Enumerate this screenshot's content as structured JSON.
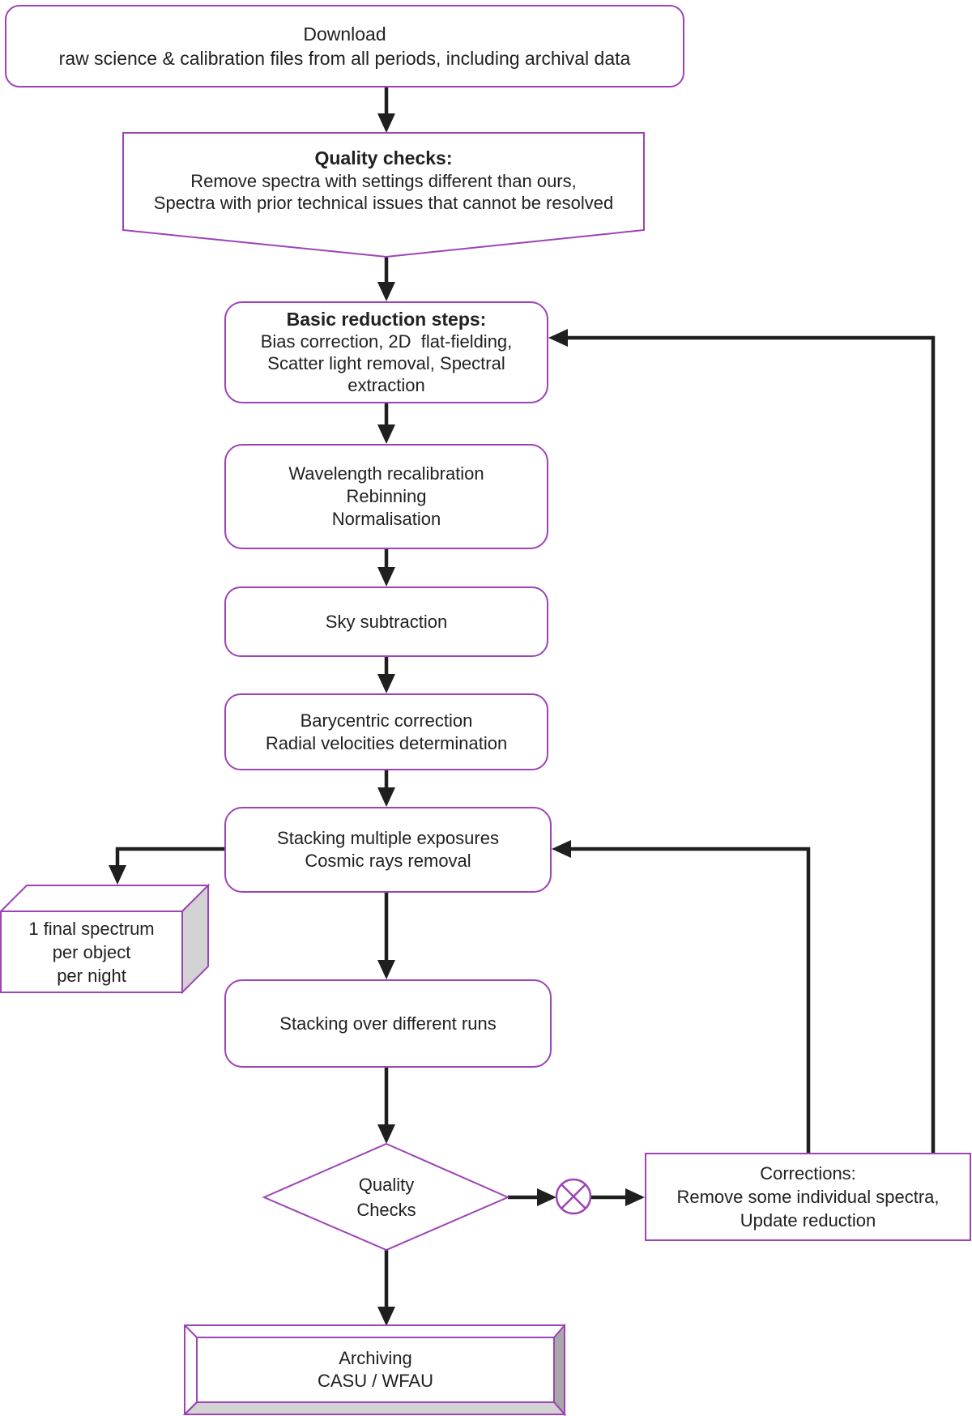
{
  "colors": {
    "purple": "#9d43b6",
    "line": "#1f1f1f",
    "text": "#212121",
    "gray_dark": "#a8a8a8",
    "gray_light": "#d2d2d2"
  },
  "icons": {
    "junction": "circled-x-icon"
  },
  "nodes": {
    "download": {
      "line1": "Download",
      "line2": "raw science & calibration files from all periods, including archival data"
    },
    "quality_checks": {
      "title": "Quality checks:",
      "line1": "Remove spectra with settings different than ours,",
      "line2": "Spectra with prior technical issues that cannot be resolved"
    },
    "basic_reduction": {
      "title": "Basic reduction steps:",
      "line1": "Bias correction, 2D  flat-fielding,",
      "line2": "Scatter light removal, Spectral",
      "line3": "extraction"
    },
    "wavelength": {
      "line1": "Wavelength recalibration",
      "line2": "Rebinning",
      "line3": "Normalisation"
    },
    "sky": {
      "label": "Sky subtraction"
    },
    "barycentric": {
      "line1": "Barycentric correction",
      "line2": "Radial velocities determination"
    },
    "stacking_exposures": {
      "line1": "Stacking multiple exposures",
      "line2": "Cosmic rays removal"
    },
    "final_spectrum": {
      "line1": "1 final spectrum",
      "line2": "per object",
      "line3": "per night"
    },
    "stacking_runs": {
      "label": "Stacking over different runs"
    },
    "quality_diamond": {
      "line1": "Quality",
      "line2": "Checks"
    },
    "corrections": {
      "title": "Corrections:",
      "line1": "Remove some individual spectra,",
      "line2": "Update reduction"
    },
    "archiving": {
      "line1": "Archiving",
      "line2": "CASU / WFAU"
    }
  }
}
